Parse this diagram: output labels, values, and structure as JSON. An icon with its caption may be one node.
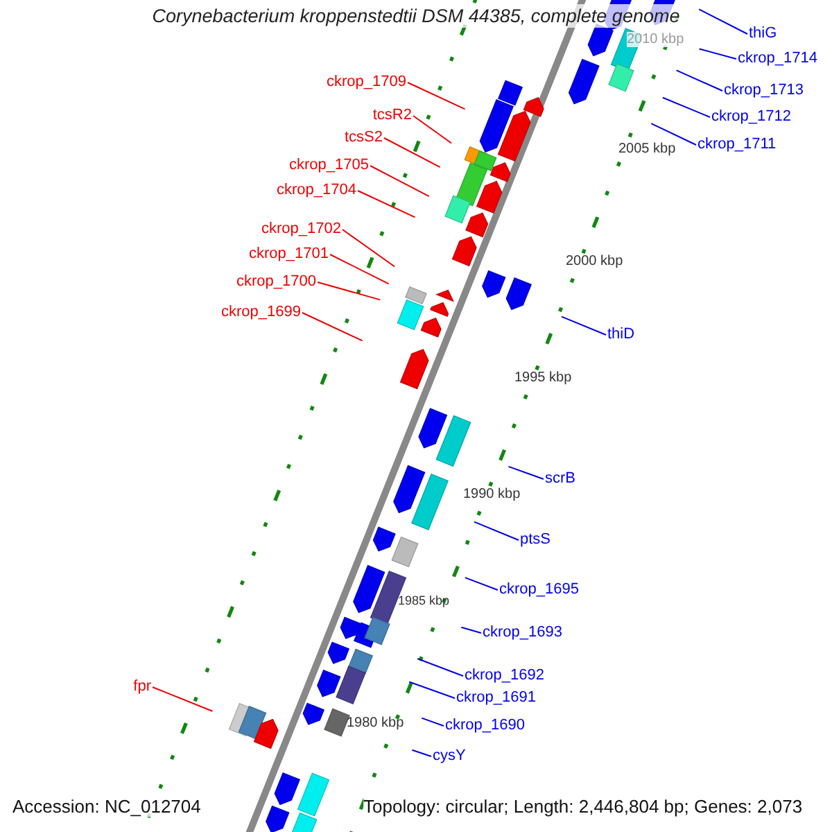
{
  "diagram": {
    "title": "Corynebacterium kroppenstedtii DSM 44385, complete genome",
    "nodes": [
      {
        "text": [
          "ckrop_1709"
        ]
      },
      {
        "text": [
          "tcsR2"
        ]
      },
      {
        "text": [
          "tcsS2"
        ]
      },
      {
        "text": [
          "ckrop_1705"
        ]
      },
      {
        "text": [
          "ckrop_1704"
        ]
      },
      {
        "text": [
          "ckrop_1702"
        ]
      },
      {
        "text": [
          "ckrop_1701"
        ]
      },
      {
        "text": [
          "ckrop_1700"
        ]
      },
      {
        "text": [
          "ckrop_1699"
        ]
      },
      {
        "text": [
          "fpr"
        ]
      },
      {
        "text": [
          "thiG"
        ]
      },
      {
        "text": [
          "ckrop_1714"
        ]
      },
      {
        "text": [
          "ckrop_1713"
        ]
      },
      {
        "text": [
          "ckrop_1712"
        ]
      },
      {
        "text": [
          "ckrop_1711"
        ]
      },
      {
        "text": [
          "thiD"
        ]
      },
      {
        "text": [
          "scrB"
        ]
      },
      {
        "text": [
          "ptsS"
        ]
      },
      {
        "text": [
          "ckrop_1695"
        ]
      },
      {
        "text": [
          "ckrop_1693"
        ]
      },
      {
        "text": [
          "ckrop_1692"
        ]
      },
      {
        "text": [
          "ckrop_1691"
        ]
      },
      {
        "text": [
          "ckrop_1690"
        ]
      },
      {
        "text": [
          "cysY"
        ]
      }
    ],
    "edges": [
      {
        "from": 0,
        "to": null,
        "arrow": "none",
        "color": "#ee0000"
      },
      {
        "from": 1,
        "to": null,
        "arrow": "none",
        "color": "#ee0000"
      },
      {
        "from": 2,
        "to": null,
        "arrow": "none",
        "color": "#ee0000"
      },
      {
        "from": 3,
        "to": null,
        "arrow": "none",
        "color": "#ee0000"
      },
      {
        "from": 4,
        "to": null,
        "arrow": "none",
        "color": "#ee0000"
      },
      {
        "from": 5,
        "to": null,
        "arrow": "none",
        "color": "#ee0000"
      },
      {
        "from": 6,
        "to": null,
        "arrow": "none",
        "color": "#ee0000"
      },
      {
        "from": 7,
        "to": null,
        "arrow": "none",
        "color": "#ee0000"
      },
      {
        "from": 8,
        "to": null,
        "arrow": "none",
        "color": "#ee0000"
      },
      {
        "from": 9,
        "to": null,
        "arrow": "none",
        "color": "#ee0000"
      },
      {
        "from": 10,
        "to": null,
        "arrow": "none"
      },
      {
        "from": 11,
        "to": null,
        "arrow": "none"
      },
      {
        "from": 12,
        "to": null,
        "arrow": "none"
      },
      {
        "from": 13,
        "to": null,
        "arrow": "none"
      },
      {
        "from": 14,
        "to": null,
        "arrow": "none"
      },
      {
        "from": 15,
        "to": null,
        "arrow": "none"
      },
      {
        "from": 16,
        "to": null,
        "arrow": "none"
      },
      {
        "from": 17,
        "to": null,
        "arrow": "none"
      },
      {
        "from": 18,
        "to": null,
        "arrow": "none"
      },
      {
        "from": 19,
        "to": null,
        "arrow": "none"
      },
      {
        "from": 20,
        "to": null,
        "arrow": "none"
      },
      {
        "from": 21,
        "to": null,
        "arrow": "none"
      },
      {
        "from": 22,
        "to": null,
        "arrow": "none"
      },
      {
        "from": 23,
        "to": null,
        "arrow": "none"
      }
    ],
    "labels": [
      "2010 kbp",
      "2005 kbp",
      "2000 kbp",
      "1995 kbp",
      "1990 kbp",
      "1985 kbp",
      "1980 kbp",
      "Accession: NC_012704",
      "Topology: circular; Length: 2,446,804 bp; Genes: 2,073"
    ]
  }
}
